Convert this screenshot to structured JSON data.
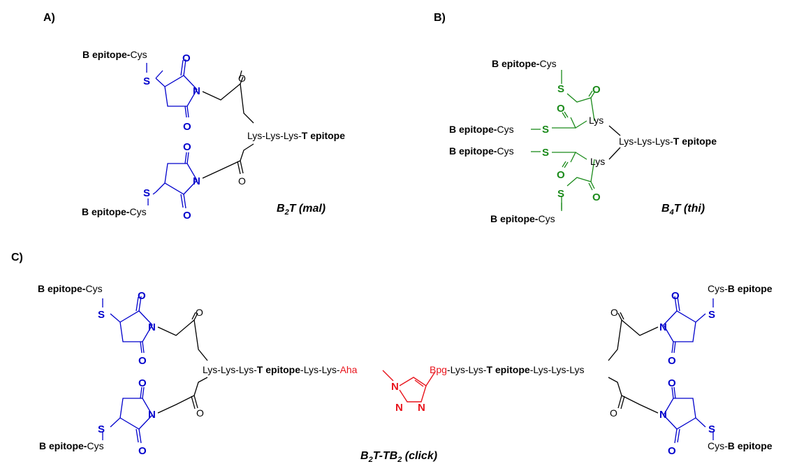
{
  "panels": {
    "a": "A)",
    "b": "B)",
    "c": "C)"
  },
  "captions": {
    "b2t": {
      "main": "B",
      "sub": "2",
      "rest": "T (mal)"
    },
    "b4t": {
      "main": "B",
      "sub": "4",
      "rest": "T (thi)"
    },
    "click": {
      "p1": "B",
      "s1": "2",
      "p2": "T-TB",
      "s2": "2",
      "p3": " (click)"
    }
  },
  "labels": {
    "b_epitope": "B epitope",
    "b_epitope_dash": "B epitope-",
    "cys": "Cys",
    "cys_dash": "Cys-",
    "lys": "Lys",
    "lys3_dash": "Lys-Lys-Lys-",
    "t_epitope": "T epitope",
    "click_left_lys": "Lys-Lys-Lys-",
    "click_mid_left": "-Lys-Lys-",
    "aha": "Aha",
    "bpg": "Bpg",
    "click_mid_right_lys": "-Lys-Lys-",
    "click_right_tail": "-Lys-Lys-Lys",
    "dash": "-",
    "cys_b_epitope_cys": "Cys-"
  },
  "atoms": {
    "S": "S",
    "O": "O",
    "N": "N"
  },
  "colors": {
    "maleimide": "#0000cc",
    "thioether": "#1a8a1a",
    "triazole": "#e8141c",
    "default": "#000000"
  }
}
